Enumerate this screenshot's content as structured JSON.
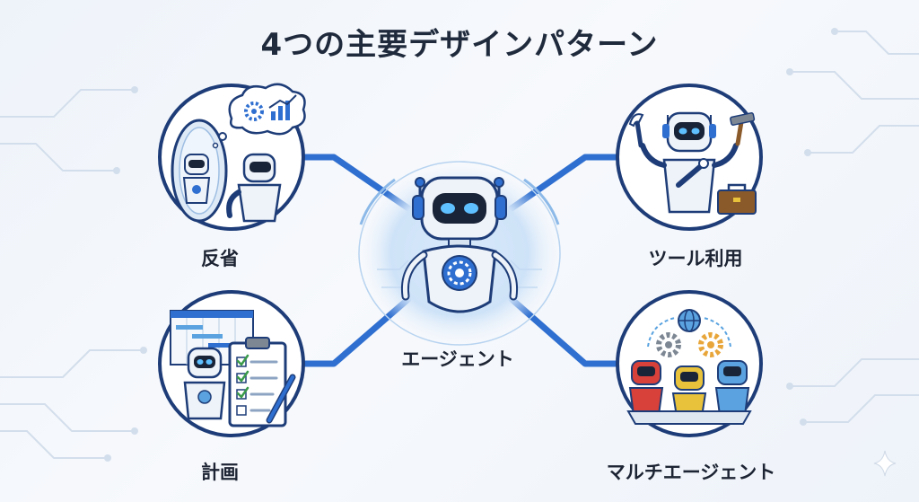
{
  "title": "4つの主要デザインパターン",
  "center": {
    "label": "エージェント"
  },
  "patterns": {
    "reflection": {
      "label": "反省"
    },
    "tool_use": {
      "label": "ツール利用"
    },
    "planning": {
      "label": "計画"
    },
    "multi_agent": {
      "label": "マルチエージェント"
    }
  },
  "colors": {
    "accent": "#2f6fd0",
    "outline": "#1e3d78",
    "robot_red": "#d8403a",
    "robot_yellow": "#e8c23a",
    "robot_blue": "#5aa3e0",
    "check_green": "#3a9a4a"
  }
}
